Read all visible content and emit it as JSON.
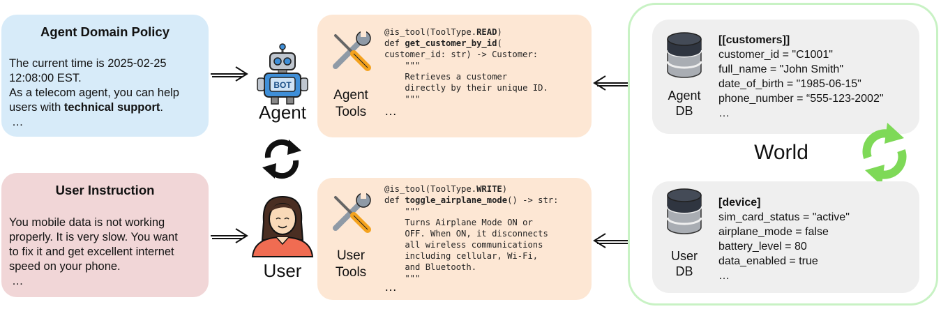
{
  "policy": {
    "title": "Agent Domain Policy",
    "line1": "The current time is 2025-02-25",
    "line2": "12:08:00 EST.",
    "line3": "As a telecom agent, you can help",
    "line4_prefix": "users with ",
    "line4_bold": "technical support",
    "line4_suffix": ".",
    "ellipsis": "…"
  },
  "instruction": {
    "title": "User Instruction",
    "lines": [
      "You mobile data is not working",
      "properly. It is very slow. You want",
      "to fix it and get excellent internet",
      "speed on your phone."
    ],
    "ellipsis": "…"
  },
  "agent": {
    "label": "Agent",
    "bot_text": "BOT"
  },
  "user": {
    "label": "User"
  },
  "agent_tools": {
    "label_line1": "Agent",
    "label_line2": "Tools",
    "decorator_prefix": "@is_tool(ToolType.",
    "decorator_bold": "READ",
    "decorator_suffix": ")",
    "def_prefix": "def ",
    "def_name": "get_customer_by_id",
    "def_suffix": "(",
    "signature": "customer_id: str) -> Customer:",
    "doc_open": "    \"\"\"",
    "doc_lines": [
      "    Retrieves a customer",
      "    directly by their unique ID."
    ],
    "doc_close": "    \"\"\"",
    "ellipsis": "…"
  },
  "user_tools": {
    "label_line1": "User",
    "label_line2": "Tools",
    "decorator_prefix": "@is_tool(ToolType.",
    "decorator_bold": "WRITE",
    "decorator_suffix": ")",
    "def_prefix": "def ",
    "def_name": "toggle_airplane_mode",
    "def_suffix": "() -> str:",
    "doc_open": "    \"\"\"",
    "doc_lines": [
      "    Turns Airplane Mode ON or",
      "    OFF. When ON, it disconnects",
      "    all wireless communications",
      "    including cellular, Wi-Fi,",
      "    and Bluetooth."
    ],
    "doc_close": "    \"\"\"",
    "ellipsis": "…"
  },
  "world": {
    "label": "World"
  },
  "agent_db": {
    "label_line1": "Agent",
    "label_line2": "DB",
    "header": "[[customers]]",
    "fields": [
      "customer_id = \"C1001\"",
      "full_name = \"John Smith\"",
      "date_of_birth = \"1985-06-15\"",
      "phone_number = “555-123-2002\""
    ],
    "ellipsis": "…"
  },
  "user_db": {
    "label_line1": "User",
    "label_line2": "DB",
    "header": "[device]",
    "fields": [
      "sim_card_status = \"active\"",
      "airplane_mode = false",
      "battery_level = 80",
      "data_enabled = true"
    ],
    "ellipsis": "…"
  },
  "colors": {
    "policy_bg": "#d7ebf9",
    "instruction_bg": "#f1d6d7",
    "tools_bg": "#fde7d4",
    "world_border": "#c8f2c4",
    "db_bg": "#efefef",
    "sync_green": "#7ed957",
    "bot_blue": "#3f8fd8",
    "user_shirt": "#f06c52"
  }
}
